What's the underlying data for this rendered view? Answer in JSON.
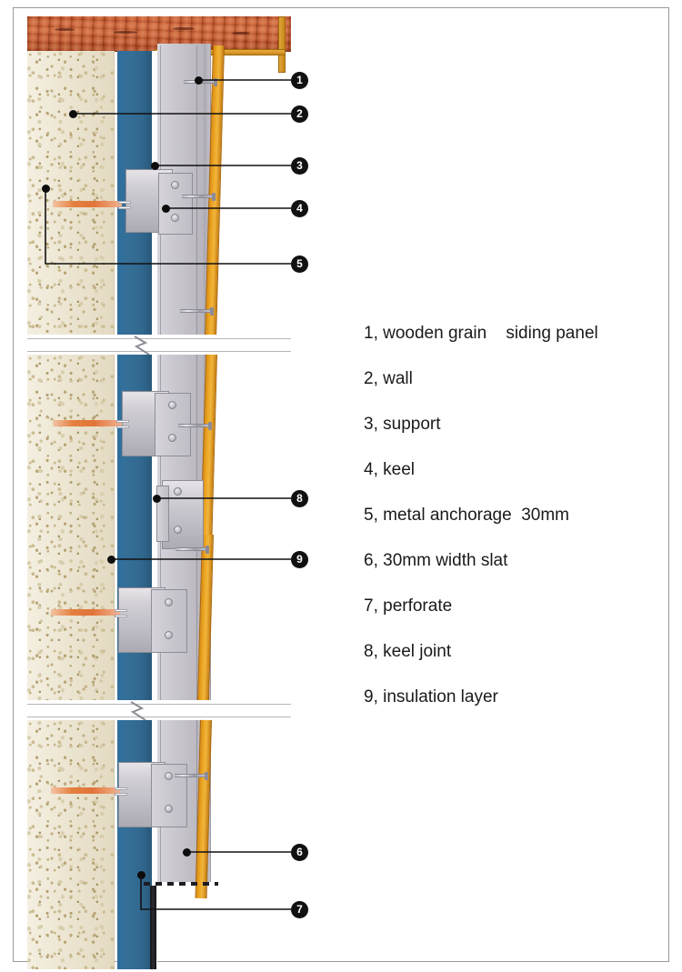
{
  "diagram": {
    "title": "wooden grain siding panel wall assembly cross-section",
    "colors": {
      "beam": "#c4572e",
      "stucco": "#efe9d8",
      "insulation_blue": "#2e6f9e",
      "panel_gray": "#c6c3cb",
      "slat_orange": "#eda927",
      "bracket_metal": "#d2d0d6",
      "anchor_orange": "#e2743a",
      "callout_bg": "#111111",
      "callout_text": "#ffffff",
      "border": "#9a9a9a"
    }
  },
  "legend": {
    "items": [
      {
        "num": "1",
        "label": "1, wooden grain    siding panel"
      },
      {
        "num": "2",
        "label": "2, wall"
      },
      {
        "num": "3",
        "label": "3, support"
      },
      {
        "num": "4",
        "label": "4, keel"
      },
      {
        "num": "5",
        "label": "5, metal anchorage  30mm"
      },
      {
        "num": "6",
        "label": "6, 30mm width slat"
      },
      {
        "num": "7",
        "label": "7, perforate"
      },
      {
        "num": "8",
        "label": "8, keel joint"
      },
      {
        "num": "9",
        "label": "9, insulation layer"
      }
    ]
  },
  "callouts": [
    {
      "num": "1",
      "target": "wooden grain siding panel"
    },
    {
      "num": "2",
      "target": "wall"
    },
    {
      "num": "3",
      "target": "support"
    },
    {
      "num": "4",
      "target": "keel"
    },
    {
      "num": "5",
      "target": "metal anchorage 30mm"
    },
    {
      "num": "6",
      "target": "30mm width slat"
    },
    {
      "num": "7",
      "target": "perforate"
    },
    {
      "num": "8",
      "target": "keel joint"
    },
    {
      "num": "9",
      "target": "insulation layer"
    }
  ]
}
